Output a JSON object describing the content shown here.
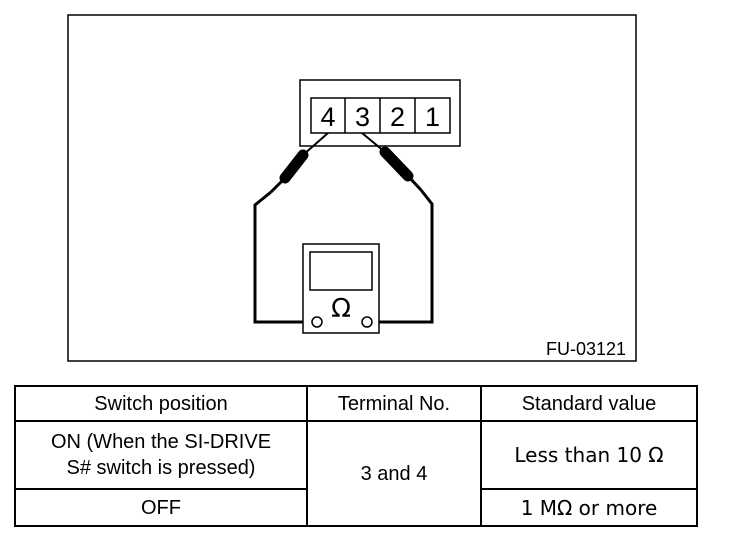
{
  "diagram": {
    "connector_terminals": [
      "4",
      "3",
      "2",
      "1"
    ],
    "meter_symbol": "Ω",
    "figure_code": "FU-03121"
  },
  "table": {
    "headers": [
      "Switch position",
      "Terminal No.",
      "Standard value"
    ],
    "rows": [
      {
        "switch_position": "ON (When the SI-DRIVE S# switch is pressed)",
        "switch_position_line1": "ON (When the SI-DRIVE",
        "switch_position_line2": "S# switch is pressed)",
        "standard_value": "Less than 10 Ω"
      },
      {
        "switch_position": "OFF",
        "standard_value": "1 MΩ or more"
      }
    ],
    "terminal_no": "3 and 4"
  }
}
